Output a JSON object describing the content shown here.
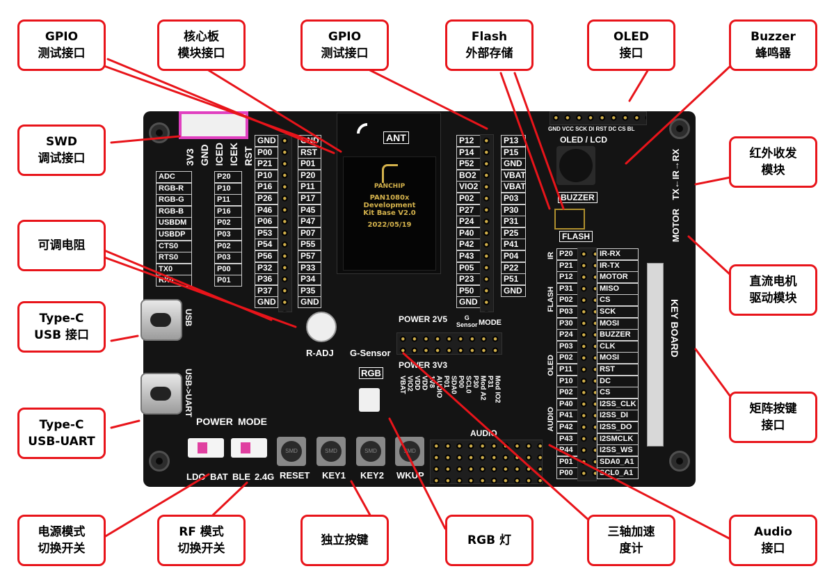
{
  "callouts": {
    "gpio_left": "GPIO\n测试接口",
    "core_board": "核心板\n模块接口",
    "gpio_right": "GPIO\n测试接口",
    "flash": "Flash\n外部存储",
    "oled": "OLED\n接口",
    "buzzer": "Buzzer\n蜂鸣器",
    "swd": "SWD\n调试接口",
    "ir": "红外收发\n模块",
    "pot": "可调电阻",
    "typec_usb": "Type-C\nUSB 接口",
    "typec_uart": "Type-C\nUSB-UART",
    "motor": "直流电机\n驱动模块",
    "keyboard": "矩阵按键\n接口",
    "power_switch": "电源模式\n切换开关",
    "rf_switch": "RF 模式\n切换开关",
    "keys": "独立按键",
    "rgb": "RGB 灯",
    "accel": "三轴加速\n度计",
    "audio": "Audio\n接口"
  },
  "board": {
    "module_lines": [
      "PANCHIP",
      "PAN1080x Development",
      "Kit Base V2.0",
      "2022/05/19"
    ],
    "ant": "ANT",
    "swd_labels": [
      "3V3",
      "GND",
      "ICED",
      "ICEK",
      "RST"
    ],
    "left_block": {
      "left": [
        "ADC",
        "RGB-R",
        "RGB-G",
        "RGB-B",
        "USBDM",
        "USBDP",
        "CTS0",
        "RTS0",
        "TX0",
        "RX0"
      ],
      "right": [
        "P20",
        "P10",
        "P11",
        "P16",
        "P02",
        "P03",
        "P02",
        "P03",
        "P00",
        "P01"
      ]
    },
    "gpio_left_col1": [
      "GND",
      "P00",
      "P21",
      "P10",
      "P16",
      "P26",
      "P46",
      "P06",
      "P53",
      "P54",
      "P56",
      "P32",
      "P36",
      "P37",
      "GND"
    ],
    "gpio_left_col2": [
      "GND",
      "RST",
      "P01",
      "P20",
      "P11",
      "P17",
      "P45",
      "P47",
      "P07",
      "P55",
      "P57",
      "P33",
      "P34",
      "P35",
      "GND"
    ],
    "gpio_right_col1": [
      "P12",
      "P14",
      "P52",
      "BO2",
      "VIO2",
      "P02",
      "P27",
      "P24",
      "P40",
      "P42",
      "P43",
      "P05",
      "P23",
      "P50",
      "GND"
    ],
    "gpio_right_col2": [
      "P13",
      "P15",
      "GND",
      "VBAT",
      "VBAT",
      "P03",
      "P30",
      "P31",
      "P25",
      "P41",
      "P04",
      "P22",
      "P51",
      "GND"
    ],
    "right_block": {
      "pins": [
        "P20",
        "P21",
        "P12",
        "P31",
        "P02",
        "P03",
        "P30",
        "P24",
        "P03",
        "P02",
        "P11",
        "P10",
        "P02",
        "P40",
        "P41",
        "P42",
        "P43",
        "P44",
        "P01",
        "P00"
      ],
      "funcs": [
        "IR-RX",
        "IR-TX",
        "MOTOR",
        "MISO",
        "CS",
        "SCK",
        "MOSI",
        "BUZZER",
        "CLK",
        "MOSI",
        "RST",
        "DC",
        "CS",
        "I2SS_CLK",
        "I2SS_DI",
        "I2SS_DO",
        "I2SMCLK",
        "I2SS_WS",
        "SDA0_A1",
        "SCL0_A1"
      ],
      "groups": [
        "IR",
        "FLASH",
        "OLED",
        "AUDIO"
      ]
    },
    "oled_header": "GND VCC SCK DI RST DC CS BL",
    "oled_lcd": "OLED / LCD",
    "buzzer_label": "BUZZER",
    "flash_label": "FLASH",
    "keyboard_label": "KEY BOARD",
    "ir_label": "TX←IR→RX",
    "motor_label": "MOTOR",
    "audio_label": "AUDIO",
    "usb_label": "USB",
    "usb_uart_label": "USB->UART",
    "power_label": "POWER",
    "mode_label": "MODE",
    "power_opts": [
      "LDO",
      "BAT"
    ],
    "rf_opts": [
      "BLE",
      "2.4G"
    ],
    "keys": [
      "RESET",
      "KEY1",
      "KEY2",
      "WKUP"
    ],
    "radj": "R-ADJ",
    "gsensor": "G-Sensor",
    "rgb_label": "RGB",
    "power_2v5": "POWER 2V5",
    "power_3v3": "POWER 3V3",
    "g_sensor_col": "G\nSensor",
    "mode_col": "MODE",
    "bottom_cols": [
      "VBAT",
      "VIO2",
      "VDD",
      "VDD",
      "1V8",
      "AUDIO",
      "P01",
      "SDA0",
      "P00",
      "SCL0",
      "P30",
      "Mod A2",
      "P31",
      "Mod IO2"
    ]
  },
  "colors": {
    "callout_border": "#e8141a",
    "board": "#141414",
    "silk": "#ffffff",
    "swd_conn": "#e040c0"
  }
}
